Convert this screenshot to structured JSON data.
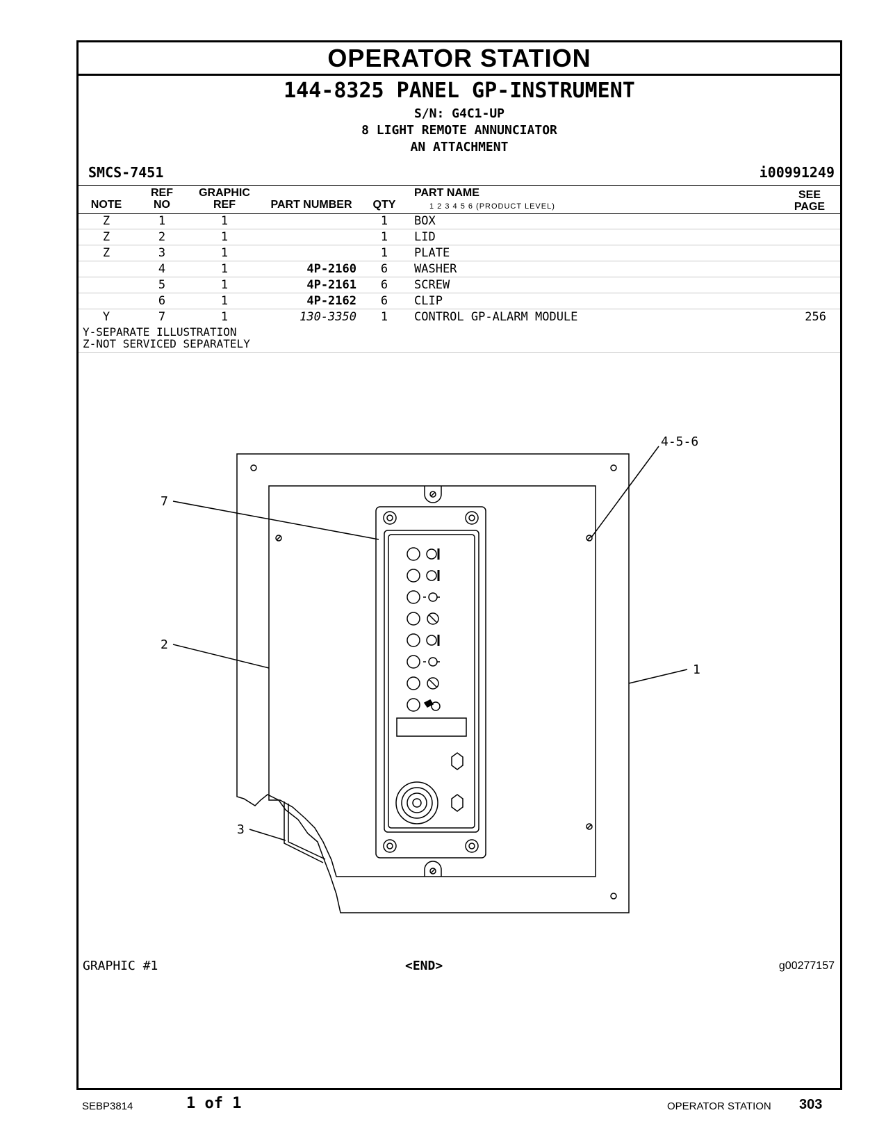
{
  "section_title": "OPERATOR STATION",
  "group_title": "144-8325 PANEL GP-INSTRUMENT",
  "serial": "S/N: G4C1-UP",
  "desc1": "8 LIGHT REMOTE ANNUNCIATOR",
  "desc2": "AN ATTACHMENT",
  "smcs": "SMCS-7451",
  "illustration_id": "i00991249",
  "headers": {
    "note": "NOTE",
    "ref_no": "REF\nNO",
    "graphic_ref": "GRAPHIC\nREF",
    "part_number": "PART NUMBER",
    "qty": "QTY",
    "part_name": "PART NAME",
    "product_level": "1  2  3  4  5  6  (PRODUCT LEVEL)",
    "see_page": "SEE\nPAGE"
  },
  "rows": [
    {
      "note": "Z",
      "ref": "1",
      "gref": "1",
      "pn": "",
      "qty": "1",
      "name": "BOX",
      "see": ""
    },
    {
      "note": "Z",
      "ref": "2",
      "gref": "1",
      "pn": "",
      "qty": "1",
      "name": "LID",
      "see": ""
    },
    {
      "note": "Z",
      "ref": "3",
      "gref": "1",
      "pn": "",
      "qty": "1",
      "name": "PLATE",
      "see": ""
    },
    {
      "note": "",
      "ref": "4",
      "gref": "1",
      "pn": "4P-2160",
      "qty": "6",
      "name": "WASHER",
      "see": ""
    },
    {
      "note": "",
      "ref": "5",
      "gref": "1",
      "pn": "4P-2161",
      "qty": "6",
      "name": "SCREW",
      "see": ""
    },
    {
      "note": "",
      "ref": "6",
      "gref": "1",
      "pn": "4P-2162",
      "qty": "6",
      "name": "CLIP",
      "see": ""
    },
    {
      "note": "Y",
      "ref": "7",
      "gref": "1",
      "pn": "130-3350",
      "qty": "1",
      "name": "CONTROL GP-ALARM MODULE",
      "see": "256"
    }
  ],
  "notes": [
    "Y-SEPARATE ILLUSTRATION",
    "Z-NOT SERVICED SEPARATELY"
  ],
  "callouts": {
    "c456": "4-5-6",
    "c7": "7",
    "c2": "2",
    "c1": "1",
    "c3": "3"
  },
  "graphic_label": "GRAPHIC #1",
  "end_mark": "<END>",
  "graphic_id": "g00277157",
  "footer": {
    "doc": "SEBP3814",
    "pages": "1 of 1",
    "section": "OPERATOR STATION",
    "page": "303"
  }
}
